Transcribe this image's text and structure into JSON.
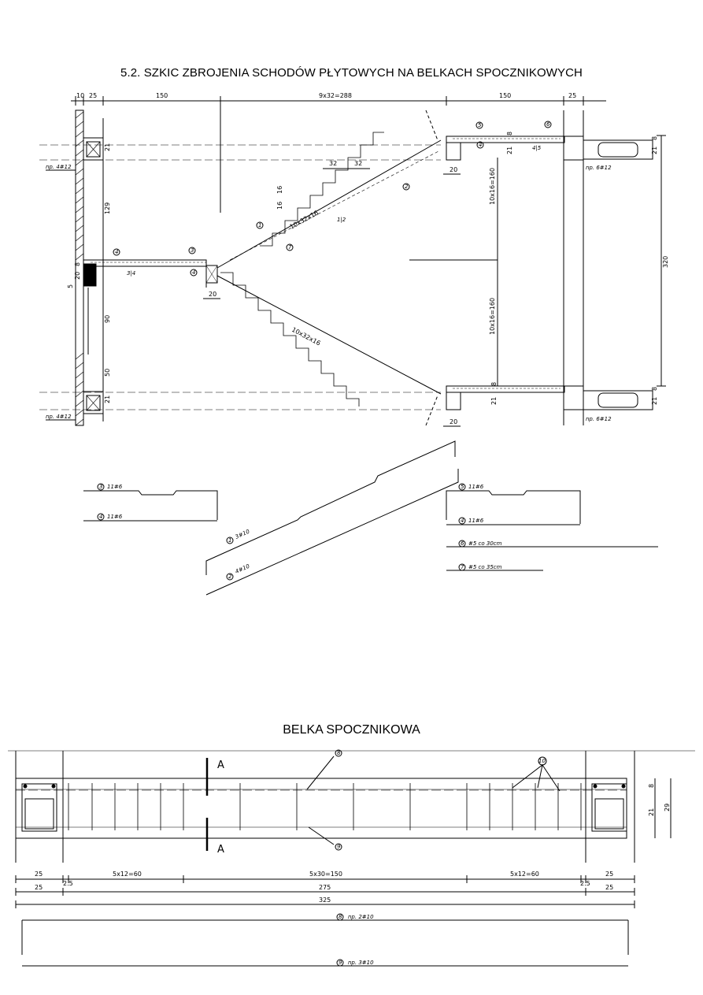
{
  "titles": {
    "main": "5.2. SZKIC ZBROJENIA SCHODÓW PŁYTOWYCH NA BELKACH SPOCZNIKOWYCH",
    "beam": "BELKA SPOCZNIKOWA"
  },
  "plan_dims": {
    "top": [
      "10",
      "25",
      "150",
      "9x32=288",
      "150",
      "25"
    ],
    "left_vertical": [
      "21",
      "129",
      "8",
      "20",
      "5",
      "90",
      "50",
      "21"
    ],
    "mid_vertical": [
      "8",
      "21",
      "10x16=160",
      "10x16=160",
      "8",
      "21"
    ],
    "right_vertical": [
      "320",
      "21",
      "8",
      "21",
      "8"
    ],
    "steps_top": [
      "32",
      "32"
    ],
    "riser": [
      "16",
      "16"
    ],
    "flight_upper": "10x32x16",
    "flight_lower": "10x32x16",
    "support_widths": [
      "20",
      "20",
      "20",
      "8",
      "21",
      "8",
      "21"
    ]
  },
  "rebar_labels": {
    "left_top": "np. 4#12",
    "left_bottom": "np. 4#12",
    "right_top": "np. 6#12",
    "right_bottom": "np. 6#12",
    "m1": "1",
    "m2": "2",
    "m3": "3",
    "m4": "4",
    "m5": "5",
    "m6": "6",
    "m7": "7",
    "m12": "1|2",
    "m34": "3|4",
    "m45": "4|5"
  },
  "bar_schedule": {
    "b3": {
      "num": "3",
      "text": "11#6"
    },
    "b4": {
      "num": "4",
      "text": "11#6"
    },
    "b5": {
      "num": "5",
      "text": "11#6"
    },
    "b4r": {
      "num": "4",
      "text": "11#6"
    },
    "b1": {
      "num": "1",
      "text": "3#10"
    },
    "b2": {
      "num": "2",
      "text": "4#10"
    },
    "b6": {
      "num": "6",
      "text": "#5 co 30cm"
    },
    "b7": {
      "num": "7",
      "text": "#5 co 35cm"
    }
  },
  "beam": {
    "section_mark": "A",
    "mark_8": "8",
    "mark_9": "9",
    "mark_10": "10",
    "dims_row1": [
      "25",
      "2.5",
      "5x12=60",
      "5x30=150",
      "5x12=60",
      "2.5",
      "25"
    ],
    "dims_row2": [
      "25",
      "275",
      "25"
    ],
    "dims_row3": "325",
    "right_dims": [
      "8",
      "21",
      "29"
    ],
    "bar8": {
      "num": "8",
      "text": "np. 2#10"
    },
    "bar9": {
      "num": "9",
      "text": "np. 3#10"
    }
  }
}
